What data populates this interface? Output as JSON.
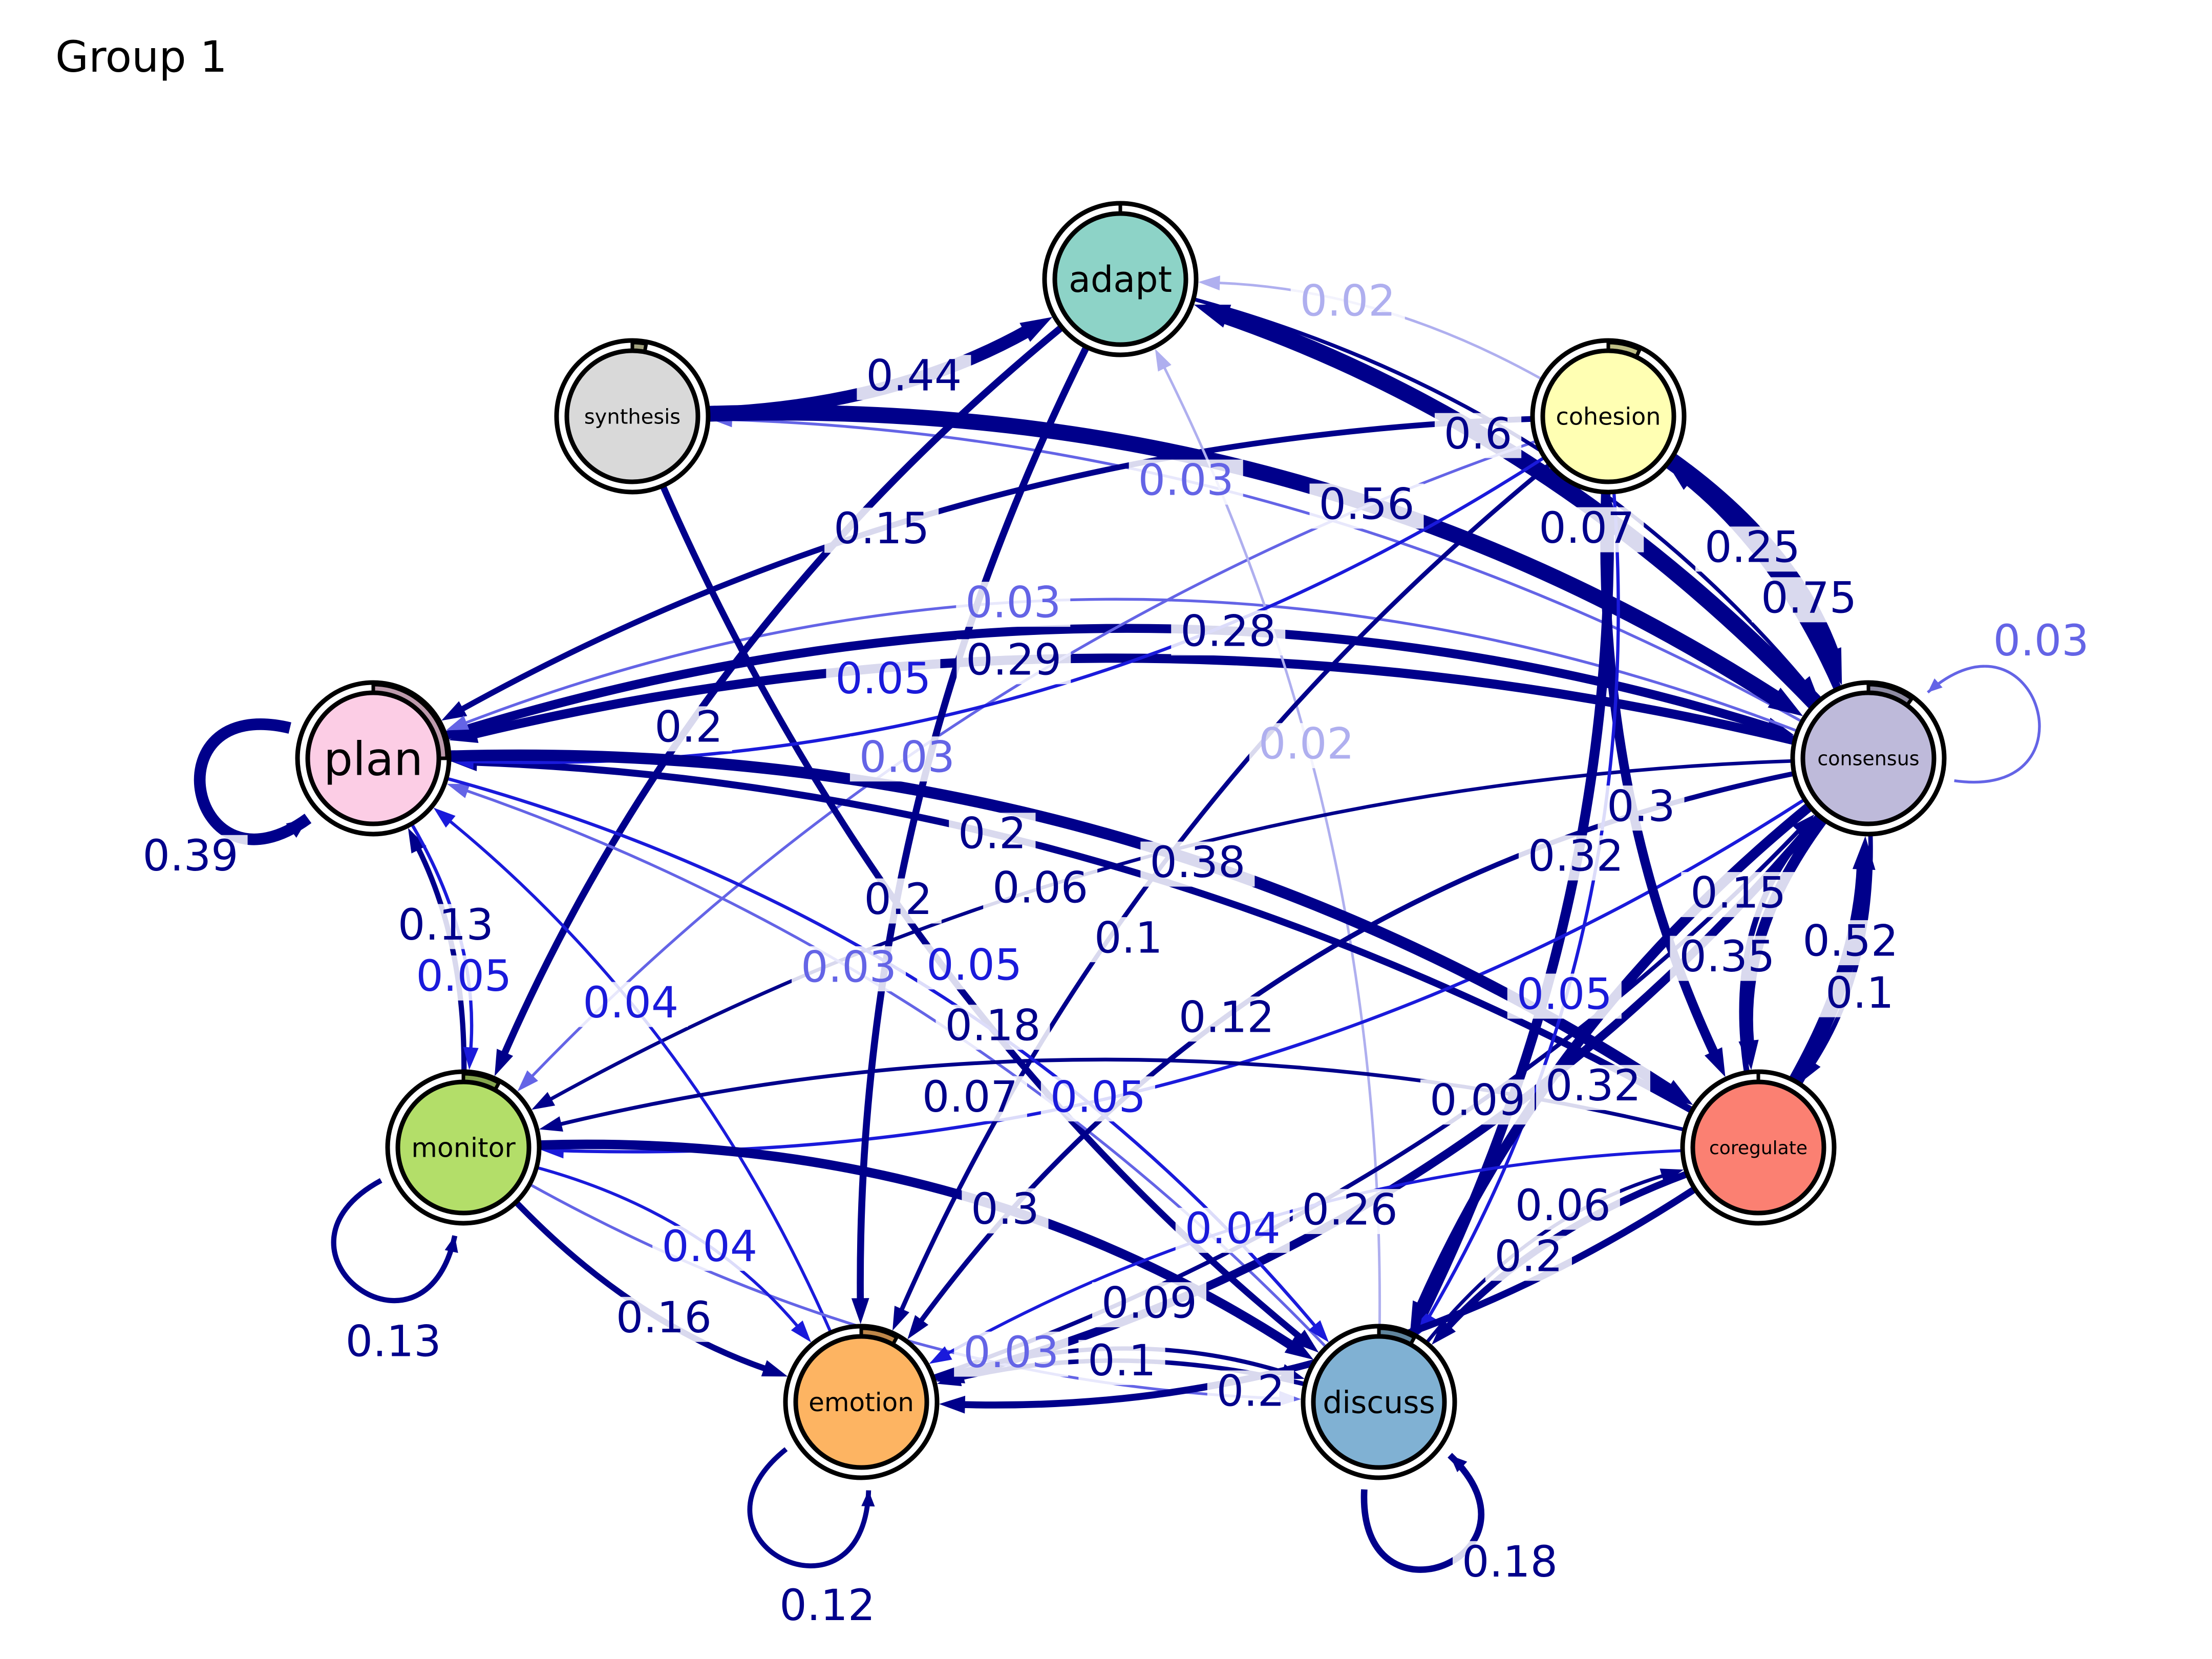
{
  "title": "Group 1",
  "colors": {
    "edge_strong": "#00008B",
    "edge_mid": "#1A1ADB",
    "edge_light": "#6464E6",
    "edge_faint": "#AFAFEF"
  },
  "nodes": [
    {
      "id": "adapt",
      "label": "adapt",
      "fill": "#8DD3C7",
      "pie": 0.0,
      "pie_color": "#6B9F96"
    },
    {
      "id": "synthesis",
      "label": "synthesis",
      "fill": "#D9D9D9",
      "pie": 0.03,
      "pie_color": "#A3A37F"
    },
    {
      "id": "cohesion",
      "label": "cohesion",
      "fill": "#FFFFB3",
      "pie": 0.07,
      "pie_color": "#BFBF86"
    },
    {
      "id": "plan",
      "label": "plan",
      "fill": "#FCCDE5",
      "pie": 0.25,
      "pie_color": "#BD9AAC"
    },
    {
      "id": "consensus",
      "label": "consensus",
      "fill": "#BEBADA",
      "pie": 0.1,
      "pie_color": "#8E8BA3"
    },
    {
      "id": "monitor",
      "label": "monitor",
      "fill": "#B3DE69",
      "pie": 0.08,
      "pie_color": "#86A64F"
    },
    {
      "id": "coregulate",
      "label": "coregulate",
      "fill": "#FB8072",
      "pie": 0.0,
      "pie_color": "#BC6055"
    },
    {
      "id": "emotion",
      "label": "emotion",
      "fill": "#FDB462",
      "pie": 0.08,
      "pie_color": "#BE874A"
    },
    {
      "id": "discuss",
      "label": "discuss",
      "fill": "#80B1D3",
      "pie": 0.08,
      "pie_color": "#60859E"
    }
  ],
  "edges": [
    {
      "from": "synthesis",
      "to": "adapt",
      "label": "0.44"
    },
    {
      "from": "cohesion",
      "to": "adapt",
      "label": "0.02"
    },
    {
      "from": "consensus",
      "to": "synthesis",
      "label": "0.03"
    },
    {
      "from": "cohesion",
      "to": "plan",
      "label": "0.15"
    },
    {
      "from": "consensus",
      "to": "plan",
      "label": "0.29"
    },
    {
      "from": "plan",
      "to": "plan",
      "label": "0.39"
    },
    {
      "from": "consensus",
      "to": "adapt",
      "label": "0.6"
    },
    {
      "from": "synthesis",
      "to": "consensus",
      "label": "0.56"
    },
    {
      "from": "plan",
      "to": "consensus",
      "label": "0.28"
    },
    {
      "from": "consensus",
      "to": "cohesion",
      "label": "0.25"
    },
    {
      "from": "cohesion",
      "to": "consensus",
      "label": "0.75"
    },
    {
      "from": "consensus",
      "to": "consensus",
      "label": "0.03"
    },
    {
      "from": "consensus",
      "to": "plan",
      "label": "0.03"
    },
    {
      "from": "cohesion",
      "to": "monitor",
      "label": "0.03"
    },
    {
      "from": "adapt",
      "to": "consensus",
      "label": "0.07"
    },
    {
      "from": "discuss",
      "to": "adapt",
      "label": "0.02"
    },
    {
      "from": "emotion",
      "to": "consensus",
      "label": "0.09"
    },
    {
      "from": "discuss",
      "to": "cohesion",
      "label": "0.32"
    },
    {
      "from": "coregulate",
      "to": "consensus",
      "label": "0.52"
    },
    {
      "from": "consensus",
      "to": "monitor",
      "label": "0.06"
    },
    {
      "from": "coregulate",
      "to": "plan",
      "label": "0.2"
    },
    {
      "from": "synthesis",
      "to": "discuss",
      "label": "0.18"
    },
    {
      "from": "adapt",
      "to": "monitor",
      "label": "0.2"
    },
    {
      "from": "cohesion",
      "to": "plan",
      "label": "0.05"
    },
    {
      "from": "emotion",
      "to": "plan",
      "label": "0.04"
    },
    {
      "from": "monitor",
      "to": "plan",
      "label": "0.13"
    },
    {
      "from": "discuss",
      "to": "plan",
      "label": "0.03"
    },
    {
      "from": "plan",
      "to": "monitor",
      "label": "0.05"
    },
    {
      "from": "consensus",
      "to": "monitor",
      "label": "0.05"
    },
    {
      "from": "consensus",
      "to": "emotion",
      "label": "0.26"
    },
    {
      "from": "coregulate",
      "to": "monitor",
      "label": "0.07"
    },
    {
      "from": "adapt",
      "to": "emotion",
      "label": "0.2"
    },
    {
      "from": "cohesion",
      "to": "emotion",
      "label": "0.1"
    },
    {
      "from": "consensus",
      "to": "coregulate",
      "label": "0.1"
    },
    {
      "from": "plan",
      "to": "coregulate",
      "label": "0.38"
    },
    {
      "from": "consensus",
      "to": "coregulate",
      "label": "0.35"
    },
    {
      "from": "coregulate",
      "to": "consensus",
      "label": "0.15"
    },
    {
      "from": "cohesion",
      "to": "coregulate",
      "label": "0.3"
    },
    {
      "from": "monitor",
      "to": "monitor",
      "label": "0.13"
    },
    {
      "from": "monitor",
      "to": "discuss",
      "label": "0.03"
    },
    {
      "from": "monitor",
      "to": "emotion",
      "label": "0.16"
    },
    {
      "from": "monitor",
      "to": "emotion",
      "label": "0.04"
    },
    {
      "from": "consensus",
      "to": "emotion",
      "label": "0.12"
    },
    {
      "from": "cohesion",
      "to": "discuss",
      "label": "0.05"
    },
    {
      "from": "plan",
      "to": "discuss",
      "label": "0.05"
    },
    {
      "from": "consensus",
      "to": "discuss",
      "label": "0.32"
    },
    {
      "from": "monitor",
      "to": "discuss",
      "label": "0.3"
    },
    {
      "from": "coregulate",
      "to": "emotion",
      "label": "0.04"
    },
    {
      "from": "coregulate",
      "to": "emotion",
      "label": "0.2"
    },
    {
      "from": "coregulate",
      "to": "discuss",
      "label": "0.2"
    },
    {
      "from": "discuss",
      "to": "coregulate",
      "label": "0.06"
    },
    {
      "from": "discuss",
      "to": "emotion",
      "label": "0.1"
    },
    {
      "from": "emotion",
      "to": "discuss",
      "label": "0.09"
    },
    {
      "from": "emotion",
      "to": "emotion",
      "label": "0.12"
    },
    {
      "from": "discuss",
      "to": "discuss",
      "label": "0.18"
    }
  ]
}
